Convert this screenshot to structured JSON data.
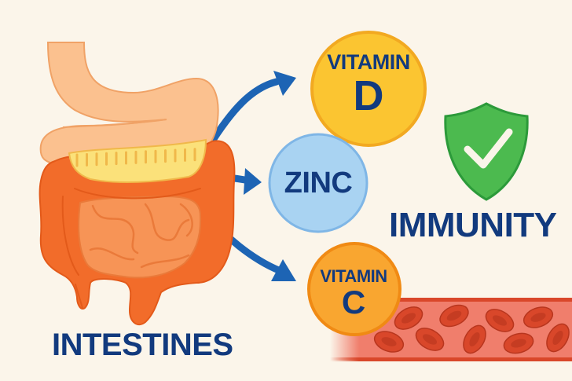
{
  "diagram": {
    "source_label": "INTESTINES",
    "outcome_label": "IMMUNITY",
    "nutrients": [
      {
        "line1": "VITAMIN",
        "line2": "D",
        "color": "#fbc531"
      },
      {
        "line1": "ZINC",
        "line2": "",
        "color": "#a9d3f2"
      },
      {
        "line1": "VITAMIN",
        "line2": "C",
        "color": "#f9a630"
      }
    ],
    "icons": {
      "organ": "digestive-system-icon",
      "shield": "shield-check-icon",
      "vessel": "blood-vessel-icon"
    },
    "colors": {
      "background": "#fbf5ea",
      "text": "#123a7e",
      "arrow": "#1d64b4",
      "shield": "#4cba4f",
      "colon": "#f26c2a",
      "small_intestine": "#f79456",
      "stomach": "#fbc18f",
      "pancreas": "#fbe17a",
      "vessel": "#f07e6c",
      "blood_cell": "#d9472a"
    }
  }
}
